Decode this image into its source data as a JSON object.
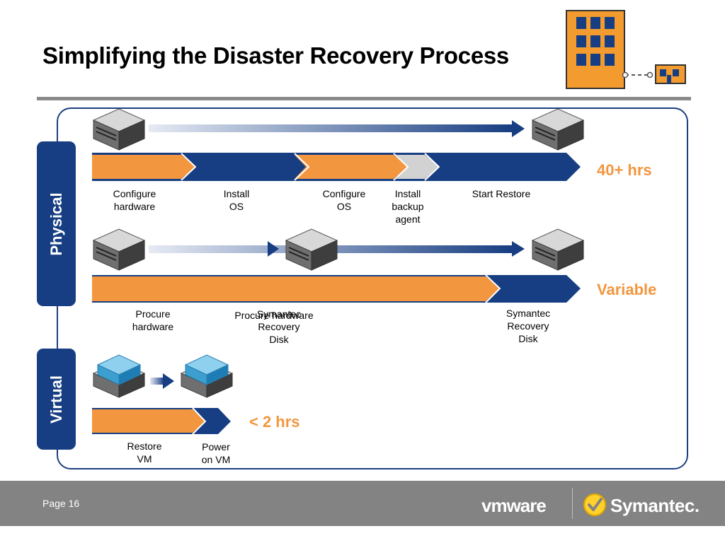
{
  "slide": {
    "title": "Simplifying the Disaster Recovery Process",
    "page": "Page 16"
  },
  "physical": {
    "tab_label": "Physical",
    "row1": {
      "metric": "40+ hrs",
      "labels": [
        "Configure\nhardware",
        "Install\nOS",
        "Configure\nOS",
        "Install\nbackup\nagent",
        "Start Restore"
      ]
    },
    "row2": {
      "metric": "Variable",
      "labels": [
        "Procure\nhardware",
        "Procure hardware",
        "Symantec\nRecovery\nDisk",
        "Symantec\nRecovery\nDisk"
      ]
    }
  },
  "virtual": {
    "tab_label": "Virtual",
    "metric": "< 2 hrs",
    "labels": [
      "Restore\nVM",
      "Power\non VM"
    ]
  },
  "footer": {
    "vmware_logo": "vmware",
    "symantec_logo": "Symantec."
  },
  "colors": {
    "orange": "#f2963f",
    "navy": "#173e82",
    "gray": "#d2d2d2",
    "building": "#f39b2f"
  }
}
